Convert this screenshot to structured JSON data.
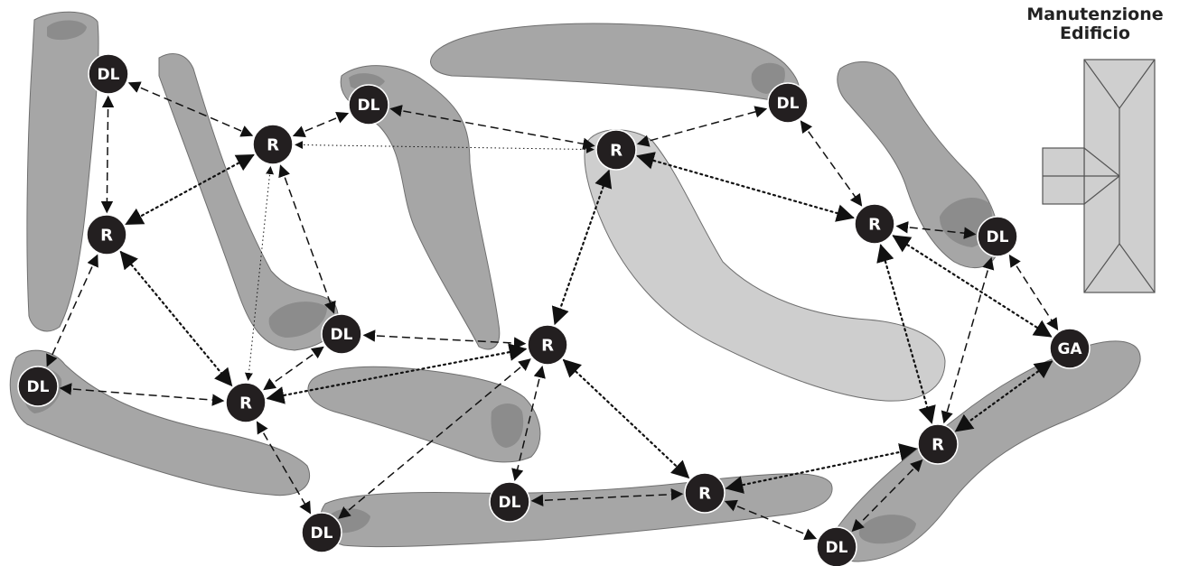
{
  "title": {
    "line1": "Manutenzione",
    "line2": "Edificio"
  },
  "node_labels": {
    "dl": "DL",
    "r": "R",
    "ga": "GA"
  },
  "colors": {
    "blob_dark": "#a6a6a6",
    "blob_light": "#cecece",
    "blob_spot": "#8c8c8c",
    "node_fill": "#231f20",
    "edge": "#111111",
    "building_fill": "#cfcfcf",
    "building_stroke": "#555555"
  },
  "edge_styles": [
    "dashed",
    "dotted",
    "thin-dotted"
  ]
}
